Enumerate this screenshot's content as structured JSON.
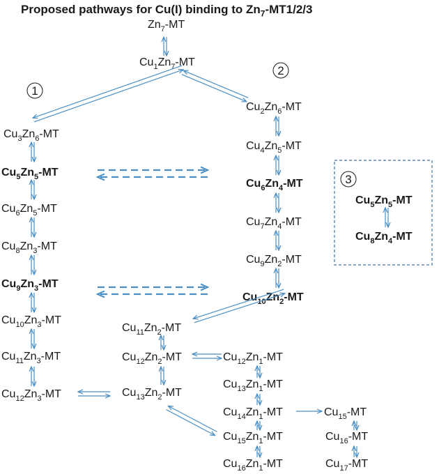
{
  "title": {
    "prefix": "Proposed pathways for Cu(I) binding to Zn",
    "sub": "7",
    "suffix": "-MT1/2/3"
  },
  "species": [
    {
      "id": "zn7",
      "parts": [
        {
          "t": "Zn"
        },
        {
          "t": "7",
          "s": 1
        },
        {
          "t": "-MT"
        }
      ]
    },
    {
      "id": "cu1zn7",
      "parts": [
        {
          "t": "Cu"
        },
        {
          "t": "1",
          "s": 1
        },
        {
          "t": "Zn"
        },
        {
          "t": "7",
          "s": 1
        },
        {
          "t": "-MT"
        }
      ]
    },
    {
      "id": "cu3zn6",
      "parts": [
        {
          "t": "Cu"
        },
        {
          "t": "3",
          "s": 1
        },
        {
          "t": "Zn"
        },
        {
          "t": "6",
          "s": 1
        },
        {
          "t": "-MT"
        }
      ]
    },
    {
      "id": "cu5zn5a",
      "bold": true,
      "parts": [
        {
          "t": "Cu"
        },
        {
          "t": "5",
          "s": 1
        },
        {
          "t": "Zn"
        },
        {
          "t": "5",
          "s": 1
        },
        {
          "t": "-MT"
        }
      ]
    },
    {
      "id": "cu6zn5",
      "parts": [
        {
          "t": "Cu"
        },
        {
          "t": "6",
          "s": 1
        },
        {
          "t": "Zn"
        },
        {
          "t": "5",
          "s": 1
        },
        {
          "t": "-MT"
        }
      ]
    },
    {
      "id": "cu8zn3",
      "parts": [
        {
          "t": "Cu"
        },
        {
          "t": "8",
          "s": 1
        },
        {
          "t": "Zn"
        },
        {
          "t": "3",
          "s": 1
        },
        {
          "t": "-MT"
        }
      ]
    },
    {
      "id": "cu9zn3",
      "bold": true,
      "parts": [
        {
          "t": "Cu"
        },
        {
          "t": "9",
          "s": 1
        },
        {
          "t": "Zn"
        },
        {
          "t": "3",
          "s": 1
        },
        {
          "t": "-MT"
        }
      ]
    },
    {
      "id": "cu10zn3",
      "parts": [
        {
          "t": "Cu"
        },
        {
          "t": "10",
          "s": 1
        },
        {
          "t": "Zn"
        },
        {
          "t": "3",
          "s": 1
        },
        {
          "t": "-MT"
        }
      ]
    },
    {
      "id": "cu11zn3",
      "parts": [
        {
          "t": "Cu"
        },
        {
          "t": "11",
          "s": 1
        },
        {
          "t": "Zn"
        },
        {
          "t": "3",
          "s": 1
        },
        {
          "t": "-MT"
        }
      ]
    },
    {
      "id": "cu12zn3",
      "parts": [
        {
          "t": "Cu"
        },
        {
          "t": "12",
          "s": 1
        },
        {
          "t": "Zn"
        },
        {
          "t": "3",
          "s": 1
        },
        {
          "t": "-MT"
        }
      ]
    },
    {
      "id": "cu2zn6",
      "parts": [
        {
          "t": "Cu"
        },
        {
          "t": "2",
          "s": 1
        },
        {
          "t": "Zn"
        },
        {
          "t": "6",
          "s": 1
        },
        {
          "t": "-MT"
        }
      ]
    },
    {
      "id": "cu4zn5",
      "parts": [
        {
          "t": "Cu"
        },
        {
          "t": "4",
          "s": 1
        },
        {
          "t": "Zn"
        },
        {
          "t": "5",
          "s": 1
        },
        {
          "t": "-MT"
        }
      ]
    },
    {
      "id": "cu6zn4",
      "bold": true,
      "parts": [
        {
          "t": "Cu"
        },
        {
          "t": "6",
          "s": 1
        },
        {
          "t": "Zn"
        },
        {
          "t": "4",
          "s": 1
        },
        {
          "t": "-MT"
        }
      ]
    },
    {
      "id": "cu7zn4",
      "parts": [
        {
          "t": "Cu"
        },
        {
          "t": "7",
          "s": 1
        },
        {
          "t": "Zn"
        },
        {
          "t": "4",
          "s": 1
        },
        {
          "t": "-MT"
        }
      ]
    },
    {
      "id": "cu9zn2",
      "parts": [
        {
          "t": "Cu"
        },
        {
          "t": "9",
          "s": 1
        },
        {
          "t": "Zn"
        },
        {
          "t": "2",
          "s": 1
        },
        {
          "t": "-MT"
        }
      ]
    },
    {
      "id": "cu10zn2",
      "bold": true,
      "parts": [
        {
          "t": "Cu"
        },
        {
          "t": "10",
          "s": 1
        },
        {
          "t": "Zn"
        },
        {
          "t": "2",
          "s": 1
        },
        {
          "t": "-MT"
        }
      ]
    },
    {
      "id": "cu5zn5b",
      "bold": true,
      "parts": [
        {
          "t": "Cu"
        },
        {
          "t": "5",
          "s": 1
        },
        {
          "t": "Zn"
        },
        {
          "t": "5",
          "s": 1
        },
        {
          "t": "-MT"
        }
      ]
    },
    {
      "id": "cu8zn4",
      "bold": true,
      "parts": [
        {
          "t": "Cu"
        },
        {
          "t": "8",
          "s": 1
        },
        {
          "t": "Zn"
        },
        {
          "t": "4",
          "s": 1
        },
        {
          "t": "-MT"
        }
      ]
    },
    {
      "id": "cu11zn2",
      "parts": [
        {
          "t": "Cu"
        },
        {
          "t": "11",
          "s": 1
        },
        {
          "t": "Zn"
        },
        {
          "t": "2",
          "s": 1
        },
        {
          "t": "-MT"
        }
      ]
    },
    {
      "id": "cu12zn2",
      "parts": [
        {
          "t": "Cu"
        },
        {
          "t": "12",
          "s": 1
        },
        {
          "t": "Zn"
        },
        {
          "t": "2",
          "s": 1
        },
        {
          "t": "-MT"
        }
      ]
    },
    {
      "id": "cu13zn2",
      "parts": [
        {
          "t": "Cu"
        },
        {
          "t": "13",
          "s": 1
        },
        {
          "t": "Zn"
        },
        {
          "t": "2",
          "s": 1
        },
        {
          "t": "-MT"
        }
      ]
    },
    {
      "id": "cu12zn1",
      "parts": [
        {
          "t": "Cu"
        },
        {
          "t": "12",
          "s": 1
        },
        {
          "t": "Zn"
        },
        {
          "t": "1",
          "s": 1
        },
        {
          "t": "-MT"
        }
      ]
    },
    {
      "id": "cu13zn1",
      "parts": [
        {
          "t": "Cu"
        },
        {
          "t": "13",
          "s": 1
        },
        {
          "t": "Zn"
        },
        {
          "t": "1",
          "s": 1
        },
        {
          "t": "-MT"
        }
      ]
    },
    {
      "id": "cu14zn1",
      "parts": [
        {
          "t": "Cu"
        },
        {
          "t": "14",
          "s": 1
        },
        {
          "t": "Zn"
        },
        {
          "t": "1",
          "s": 1
        },
        {
          "t": "-MT"
        }
      ]
    },
    {
      "id": "cu15zn1",
      "parts": [
        {
          "t": "Cu"
        },
        {
          "t": "15",
          "s": 1
        },
        {
          "t": "Zn"
        },
        {
          "t": "1",
          "s": 1
        },
        {
          "t": "-MT"
        }
      ]
    },
    {
      "id": "cu16zn1",
      "parts": [
        {
          "t": "Cu"
        },
        {
          "t": "16",
          "s": 1
        },
        {
          "t": "Zn"
        },
        {
          "t": "1",
          "s": 1
        },
        {
          "t": "-MT"
        }
      ]
    },
    {
      "id": "cu15",
      "parts": [
        {
          "t": "Cu"
        },
        {
          "t": "15",
          "s": 1
        },
        {
          "t": "-MT"
        }
      ]
    },
    {
      "id": "cu16",
      "parts": [
        {
          "t": "Cu"
        },
        {
          "t": "16",
          "s": 1
        },
        {
          "t": "-MT"
        }
      ]
    },
    {
      "id": "cu17",
      "parts": [
        {
          "t": "Cu"
        },
        {
          "t": "17",
          "s": 1
        },
        {
          "t": "-MT"
        }
      ]
    }
  ],
  "pathway_labels": [
    {
      "id": "p1",
      "text": "1"
    },
    {
      "id": "p2",
      "text": "2"
    },
    {
      "id": "p3",
      "text": "3"
    }
  ],
  "colors": {
    "arrow": "#4a8ec4",
    "box": "#3c74a8",
    "text": "#1a1a1a"
  }
}
